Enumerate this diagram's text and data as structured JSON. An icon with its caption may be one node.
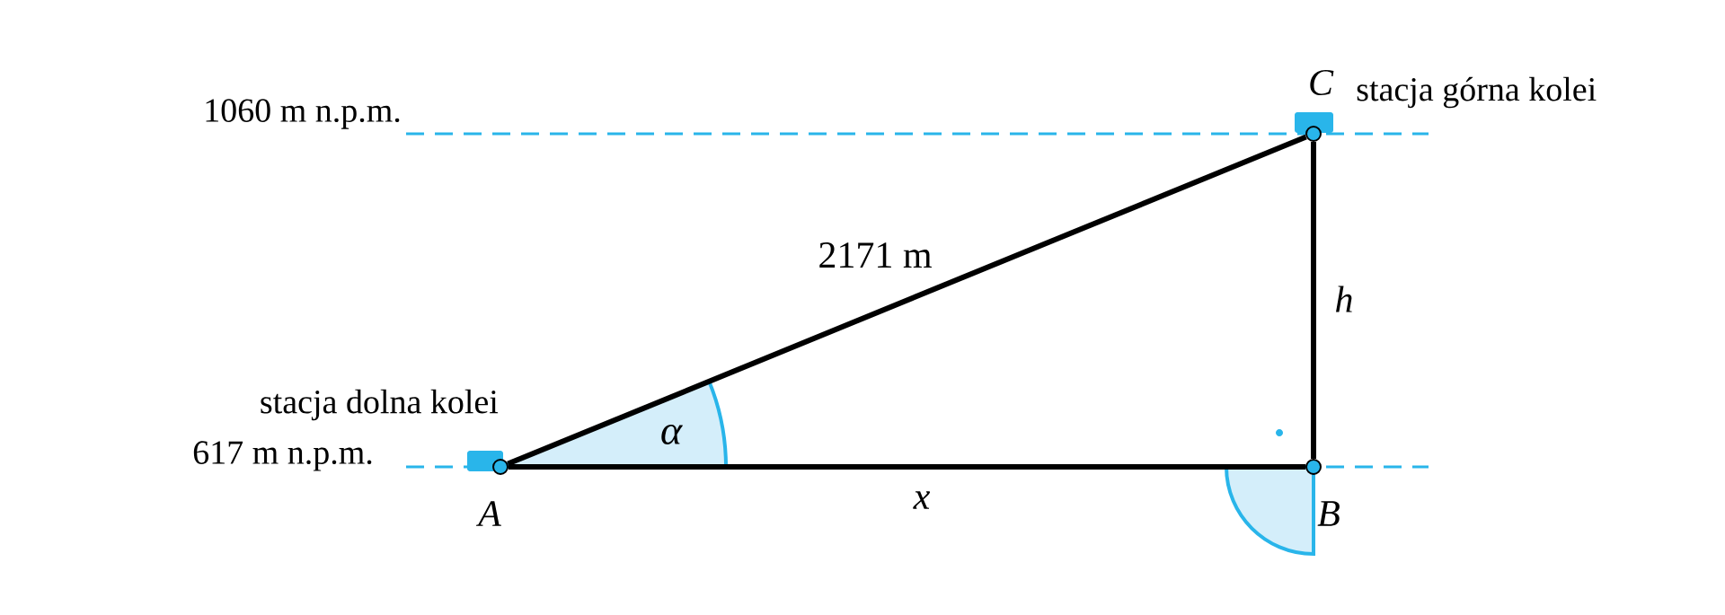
{
  "diagram": {
    "nodes": [
      {
        "text": [
          "A"
        ],
        "beside": [
          "stacja dolna kolei"
        ]
      },
      {
        "text": [
          "B"
        ]
      },
      {
        "text": [
          "C"
        ],
        "beside": [
          "stacja górna kolei"
        ]
      }
    ],
    "edges": [
      {
        "from": 0,
        "to": 2,
        "arrow": "none",
        "label": "2171 m"
      },
      {
        "from": 0,
        "to": 1,
        "arrow": "none",
        "label": "x"
      },
      {
        "from": 1,
        "to": 2,
        "arrow": "none",
        "label": "h"
      }
    ],
    "labels": [
      "1060 m n.p.m.",
      "617 m n.p.m.",
      "α"
    ]
  }
}
